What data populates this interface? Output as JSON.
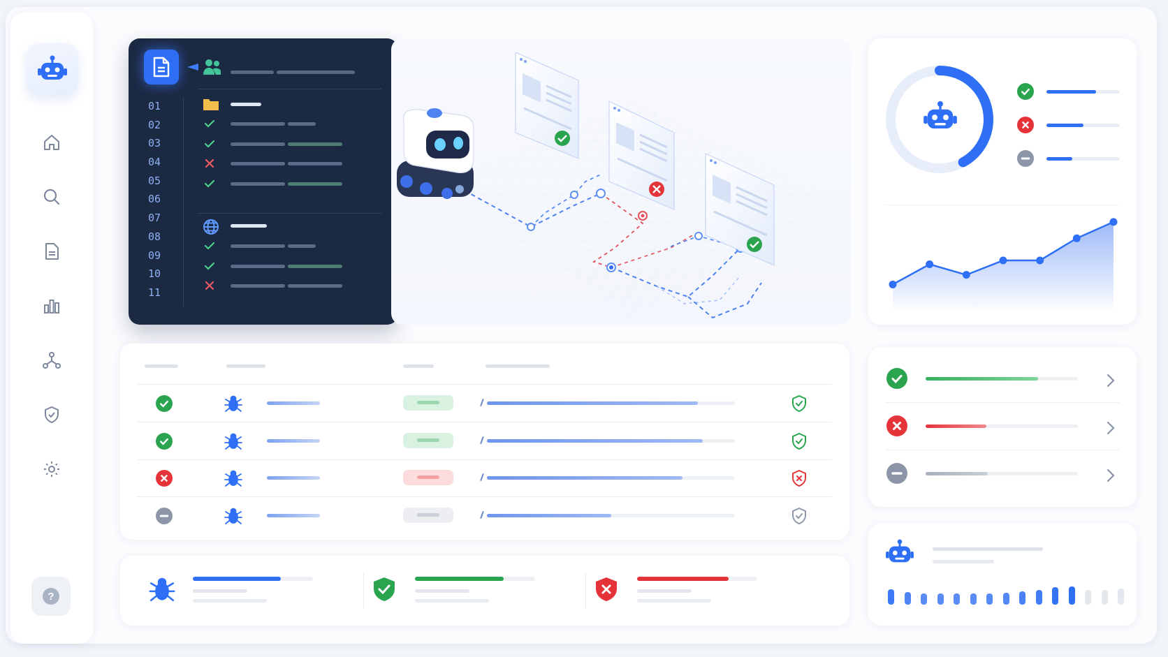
{
  "line_numbers": [
    "01",
    "02",
    "03",
    "04",
    "05",
    "06",
    "07",
    "08",
    "09",
    "10",
    "11"
  ],
  "colors": {
    "accent": "#2f6ff5",
    "success": "#2aa44f",
    "error": "#e5333a",
    "neutral": "#8c96a8",
    "panel": "#1c2942"
  },
  "icons": {
    "logo": "robot-icon",
    "nav": [
      "home-icon",
      "search-icon",
      "document-icon",
      "bar-chart-icon",
      "network-icon",
      "shield-icon",
      "gear-icon"
    ],
    "help": "help-icon"
  },
  "help_label": "?",
  "code_panel": {
    "sections": [
      {
        "icon": "folder-icon",
        "items": [
          "check",
          "check",
          "cross",
          "check"
        ]
      },
      {
        "icon": "globe-icon",
        "items": [
          "check",
          "check",
          "cross"
        ]
      }
    ]
  },
  "table": {
    "rows": [
      {
        "status": "success",
        "progress": 0.85
      },
      {
        "status": "success",
        "progress": 0.87
      },
      {
        "status": "error",
        "progress": 0.79
      },
      {
        "status": "neutral",
        "progress": 0.5
      }
    ]
  },
  "summary_cards": [
    {
      "icon": "bug-icon",
      "status": "accent",
      "progress": 0.73
    },
    {
      "icon": "shield-check-icon",
      "status": "success",
      "progress": 0.74
    },
    {
      "icon": "shield-x-icon",
      "status": "error",
      "progress": 0.76
    }
  ],
  "status_card": {
    "donut_progress": 0.42,
    "legend": [
      {
        "status": "success",
        "level": 0.68
      },
      {
        "status": "error",
        "level": 0.5
      },
      {
        "status": "neutral",
        "level": 0.35
      }
    ],
    "line_series": [
      2.0,
      4.1,
      3.0,
      4.5,
      4.5,
      6.8,
      8.5
    ]
  },
  "status_list": [
    {
      "status": "success",
      "progress": 0.74
    },
    {
      "status": "error",
      "progress": 0.4
    },
    {
      "status": "neutral",
      "progress": 0.41
    }
  ],
  "activity_bars": [
    0.85,
    0.7,
    0.6,
    0.6,
    0.6,
    0.6,
    0.62,
    0.65,
    0.75,
    0.82,
    0.95,
    1.0,
    0.8,
    0.8,
    0.9
  ]
}
